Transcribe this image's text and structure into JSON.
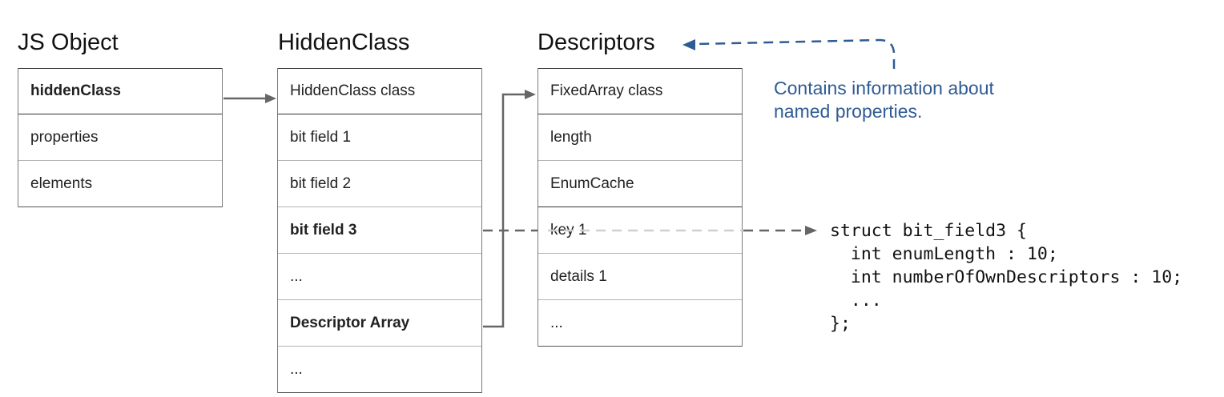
{
  "columns": {
    "js_object": {
      "title": "JS Object",
      "rows": [
        "hiddenClass",
        "properties",
        "elements"
      ]
    },
    "hidden_class": {
      "title": "HiddenClass",
      "rows": [
        "HiddenClass class",
        "bit field 1",
        "bit field 2",
        "bit field 3",
        "...",
        "Descriptor Array",
        "..."
      ]
    },
    "descriptors": {
      "title": "Descriptors",
      "rows": [
        "FixedArray class",
        "length",
        "EnumCache",
        "key 1",
        "details 1",
        "..."
      ]
    }
  },
  "note": {
    "line1": "Contains information about",
    "line2": "named properties."
  },
  "code": {
    "lines": [
      "struct bit_field3 {",
      "  int enumLength : 10;",
      "  int numberOfOwnDescriptors : 10;",
      "  ...",
      "};"
    ]
  },
  "colors": {
    "note_blue": "#2f5b94",
    "arrow_gray": "#666666",
    "dashed_light": "#cccccc",
    "border": "#7a7a7a"
  }
}
